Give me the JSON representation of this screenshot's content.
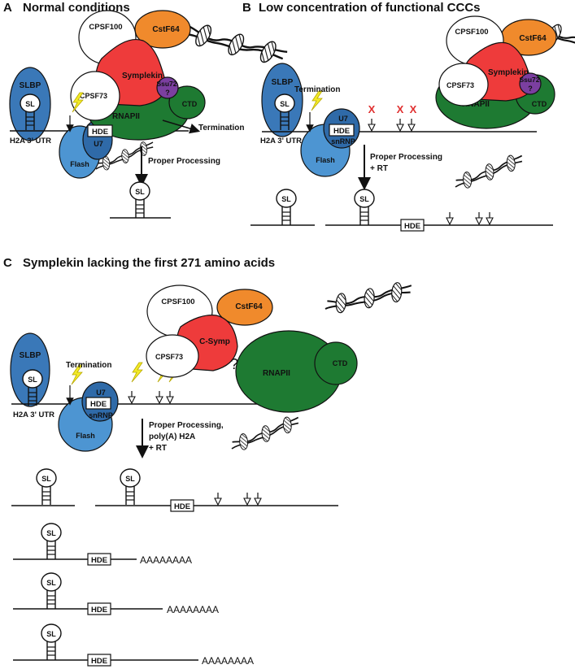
{
  "panels": {
    "a": {
      "letter": "A",
      "title": "Normal conditions"
    },
    "b": {
      "letter": "B",
      "title": "Low concentration of functional CCCs"
    },
    "c": {
      "letter": "C",
      "title": "Symplekin lacking the first 271 amino acids"
    }
  },
  "labels": {
    "slbp": "SLBP",
    "sl": "SL",
    "hde": "HDE",
    "u7": "U7",
    "snrnp": "snRNP",
    "flash": "Flash",
    "h2a_utr": "H2A 3' UTR",
    "cpsf100": "CPSF100",
    "cstf64": "CstF64",
    "symplekin": "Symplekin",
    "c_symp": "C-Symp",
    "cpsf73": "CPSF73",
    "ssu72": "Ssu72",
    "ssu72_q": "?",
    "ctd": "CTD",
    "rnapii": "RNAPII",
    "termination": "Termination",
    "question": "?",
    "x_mark": "X",
    "proper_processing": "Proper Processing",
    "proper_processing_rt_1": "Proper Processing",
    "proper_processing_rt_2": "+ RT",
    "c_processing_1": "Proper Processing,",
    "c_processing_2": "poly(A) H2A",
    "c_processing_3": "+ RT",
    "polya": "AAAAAAAA"
  },
  "colors": {
    "slbp": "#3a78b8",
    "sl_fill": "#ffffff",
    "flash": "#4d95d2",
    "u7": "#2f6aa8",
    "cpsf100": "#ffffff",
    "cstf64": "#f08a2c",
    "symplekin": "#ee3b3b",
    "cpsf73": "#ffffff",
    "ssu72": "#7b3fa0",
    "rnapii": "#1e7a32",
    "bolt": "#f2ea28",
    "x_mark": "#e03030"
  }
}
